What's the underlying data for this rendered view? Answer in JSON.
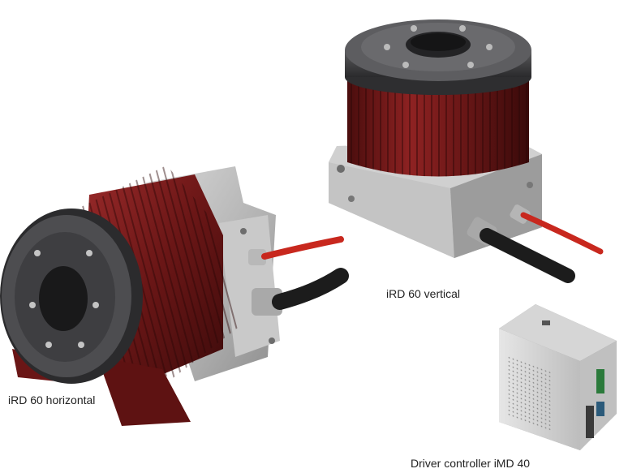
{
  "labels": {
    "vertical": "iRD 60 vertical",
    "horizontal": "iRD 60 horizontal",
    "driver": "Driver controller iMD 40"
  },
  "colors": {
    "housing_red": "#7a1a1a",
    "flange_dark": "#3a3a3c",
    "base_grey": "#b9b9b9",
    "cable_red": "#c8281e",
    "cable_black": "#1c1c1c",
    "background": "#ffffff"
  },
  "objects": [
    {
      "id": "rotary-motor-vertical",
      "icon": "rotary-drive-icon"
    },
    {
      "id": "rotary-motor-horizontal",
      "icon": "rotary-drive-icon"
    },
    {
      "id": "driver-controller",
      "icon": "controller-box-icon"
    }
  ]
}
